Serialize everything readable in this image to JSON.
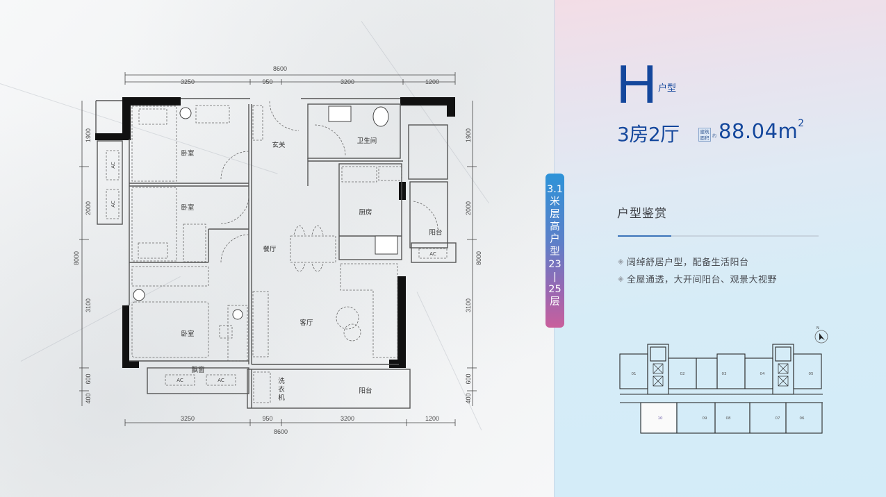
{
  "header": {
    "type_letter": "H",
    "type_suffix": "户型",
    "rooms": "3房2厅",
    "area_tag": [
      "建筑",
      "面积"
    ],
    "area_approx": "约",
    "area_value": "88.04m",
    "area_unit_sup": "2"
  },
  "badge": {
    "lines": [
      "3.1",
      "米",
      "层",
      "高",
      "户",
      "型",
      "23",
      "|",
      "25",
      "层"
    ]
  },
  "appreciation": {
    "title": "户型鉴赏",
    "features": [
      "阔绰舒居户型，配备生活阳台",
      "全屋通透，大开间阳台、观景大视野"
    ],
    "bullet_icon": "diamond-bullet-icon"
  },
  "floor_plan": {
    "top_dims": {
      "total": "8600",
      "segments": [
        "3250",
        "950",
        "3200",
        "1200"
      ]
    },
    "bottom_dims": {
      "total": "8600",
      "segments": [
        "3250",
        "950",
        "3200",
        "1200"
      ]
    },
    "left_dims": {
      "total": "8000",
      "segments": [
        "1900",
        "2000",
        "3100",
        "600",
        "400"
      ]
    },
    "right_dims": {
      "total": "8000",
      "segments": [
        "1900",
        "2000",
        "3100",
        "600",
        "400"
      ]
    },
    "rooms": {
      "bedroom1": "卧室",
      "bedroom2": "卧室",
      "bedroom3": "卧室",
      "foyer": "玄关",
      "bathroom": "卫生间",
      "kitchen": "厨房",
      "dining": "餐厅",
      "living": "客厅",
      "balcony_service": "阳台",
      "balcony_main": "阳台",
      "bay_window": "飘窗",
      "washer": [
        "洗",
        "衣",
        "机"
      ]
    },
    "ac_label": "AC"
  },
  "site_plan": {
    "unit_numbers": [
      "01",
      "02",
      "03",
      "04",
      "05",
      "06",
      "07",
      "08",
      "09",
      "10"
    ],
    "highlighted_unit": "10",
    "north_label": "N"
  },
  "colors": {
    "brand_blue": "#14479c",
    "badge_top": "#2d93d8",
    "badge_bottom": "#c95f9c",
    "accent_line": "#3b73b9"
  }
}
